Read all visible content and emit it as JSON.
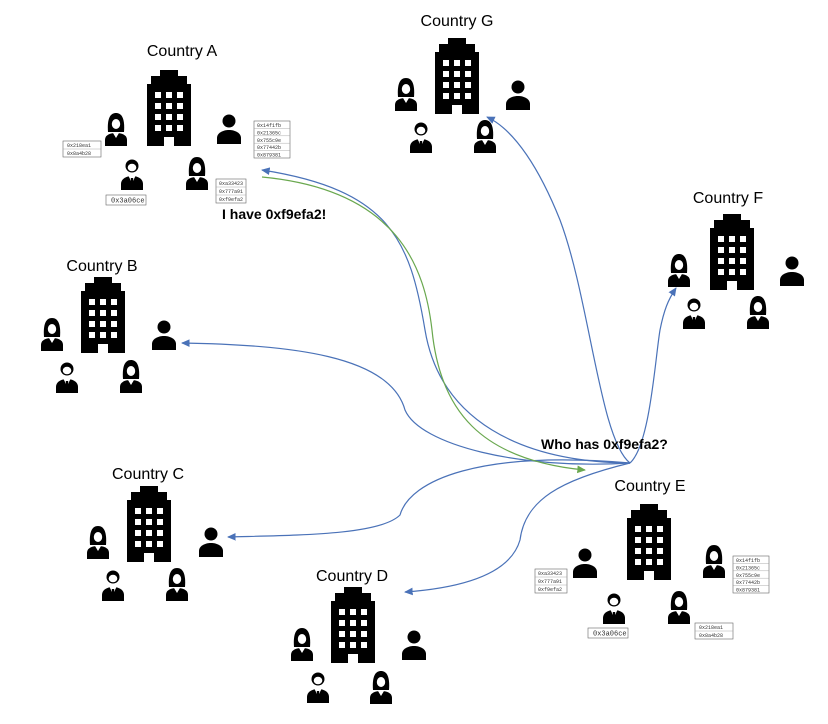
{
  "countries": [
    {
      "id": "A",
      "label": "Country A"
    },
    {
      "id": "B",
      "label": "Country B"
    },
    {
      "id": "C",
      "label": "Country C"
    },
    {
      "id": "D",
      "label": "Country D"
    },
    {
      "id": "E",
      "label": "Country E"
    },
    {
      "id": "F",
      "label": "Country F"
    },
    {
      "id": "G",
      "label": "Country G"
    }
  ],
  "callouts": {
    "request": "Who has 0xf9efa2?",
    "reply": "I have 0xf9efa2!"
  },
  "address_lists": {
    "list_5": [
      "0x14f1fb",
      "0x21365c",
      "0x755c9e",
      "0x77442b",
      "0x879381"
    ],
    "list_3": [
      "0xa33423",
      "0x777a91",
      "0xf9efa2"
    ],
    "list_2": [
      "0x218ea1",
      "0x8a4b28"
    ],
    "single": "0x3a06ce"
  },
  "colors": {
    "broadcast_arrow": "#4a72b8",
    "reply_arrow": "#6aa84f",
    "building": "#000000"
  }
}
